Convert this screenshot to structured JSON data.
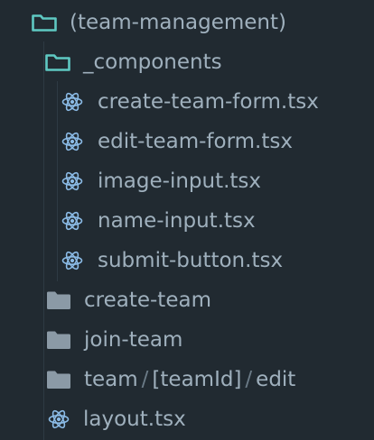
{
  "colors": {
    "background": "#212a31",
    "text": "#9fb0bd",
    "open_folder_icon": "#5fc9c3",
    "closed_folder_icon": "#8b9aa6",
    "react_icon": "#8bbbe6",
    "path_separator": "#6b7b87",
    "indent_guide": "#2e3a43"
  },
  "tree": {
    "root_folder": {
      "label": "(team-management)",
      "icon": "folder-open-icon"
    },
    "components_folder": {
      "label": "_components",
      "icon": "folder-open-icon"
    },
    "component_files": [
      {
        "label": "create-team-form.tsx",
        "icon": "react-icon"
      },
      {
        "label": "edit-team-form.tsx",
        "icon": "react-icon"
      },
      {
        "label": "image-input.tsx",
        "icon": "react-icon"
      },
      {
        "label": "name-input.tsx",
        "icon": "react-icon"
      },
      {
        "label": "submit-button.tsx",
        "icon": "react-icon"
      }
    ],
    "folders": [
      {
        "label": "create-team",
        "icon": "folder-icon"
      },
      {
        "label": "join-team",
        "icon": "folder-icon"
      }
    ],
    "compact_folder": {
      "icon": "folder-icon",
      "segments": [
        "team",
        "[teamId]",
        "edit"
      ],
      "separator": "/"
    },
    "layout_file": {
      "label": "layout.tsx",
      "icon": "react-icon"
    }
  }
}
